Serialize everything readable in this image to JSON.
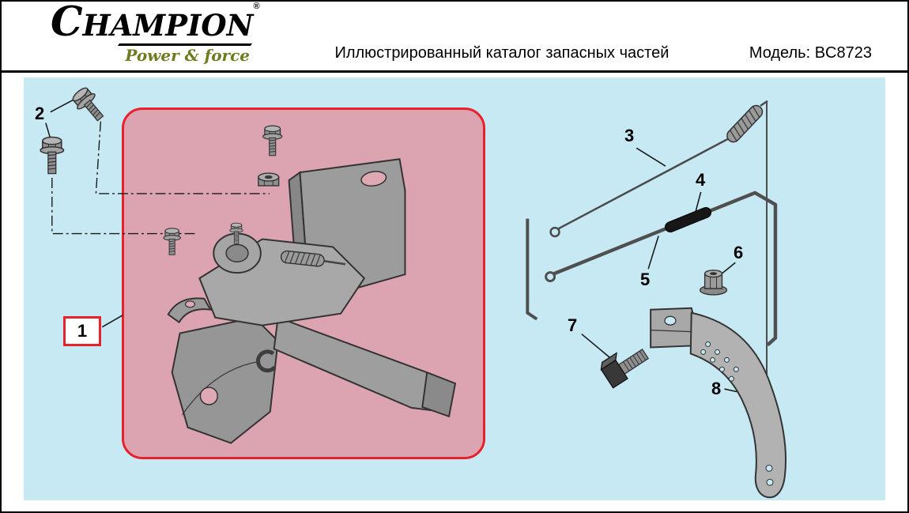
{
  "brand": {
    "name": "CHAMPION",
    "registered_mark": "®",
    "tagline": "Power & force"
  },
  "header": {
    "title": "Иллюстрированный каталог запасных частей",
    "model_label": "Модель: BC8723"
  },
  "diagram": {
    "callouts": [
      "1",
      "2",
      "3",
      "4",
      "5",
      "6",
      "7",
      "8"
    ],
    "highlighted_callout": "1"
  },
  "colors": {
    "panel_background": "#c6e9f3",
    "highlight_border": "#e8212b",
    "highlight_fill": "#dca4b0",
    "brand_tagline_color": "#6e7b1f"
  }
}
